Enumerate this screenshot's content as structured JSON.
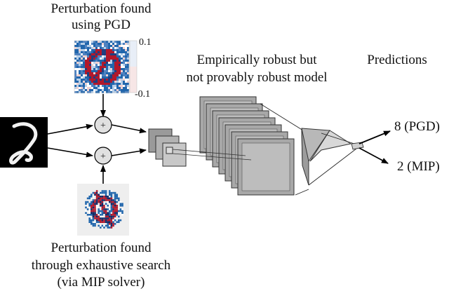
{
  "labels": {
    "top_perturbation": [
      "Perturbation found",
      "using PGD"
    ],
    "bottom_perturbation": [
      "Perturbation found",
      "through exhaustive search",
      "(via MIP solver)"
    ],
    "model": [
      "Empirically robust but",
      "not provably robust model"
    ],
    "predictions_header": "Predictions",
    "prediction_pgd": "8 (PGD)",
    "prediction_mip": "2 (MIP)",
    "colorbar_max": "0.1",
    "colorbar_min": "-0.1",
    "plus_symbol": "+"
  },
  "colors": {
    "positive": "#b2182b",
    "negative": "#2166ac",
    "neutral": "#f7f7f7",
    "input_background": "#000000",
    "layer_fill": "#b0b0b0",
    "layer_inner": "#d0d0d0",
    "arrow": "#000000"
  },
  "icons": {
    "input_image": "handwritten-digit-image",
    "adder": "plus-circle-icon"
  }
}
